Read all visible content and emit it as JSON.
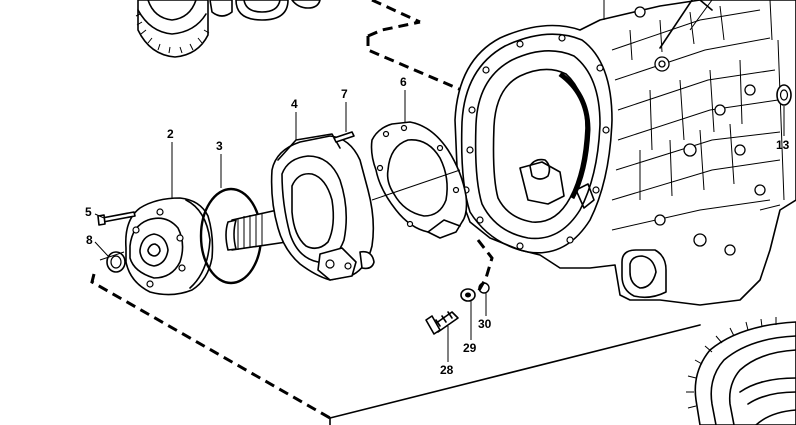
{
  "diagram": {
    "callouts": [
      {
        "id": "2",
        "label": "2"
      },
      {
        "id": "3",
        "label": "3"
      },
      {
        "id": "4",
        "label": "4"
      },
      {
        "id": "5",
        "label": "5"
      },
      {
        "id": "6",
        "label": "6"
      },
      {
        "id": "7",
        "label": "7"
      },
      {
        "id": "8",
        "label": "8"
      },
      {
        "id": "13",
        "label": "13"
      },
      {
        "id": "28",
        "label": "28"
      },
      {
        "id": "29",
        "label": "29"
      },
      {
        "id": "30",
        "label": "30"
      }
    ]
  }
}
